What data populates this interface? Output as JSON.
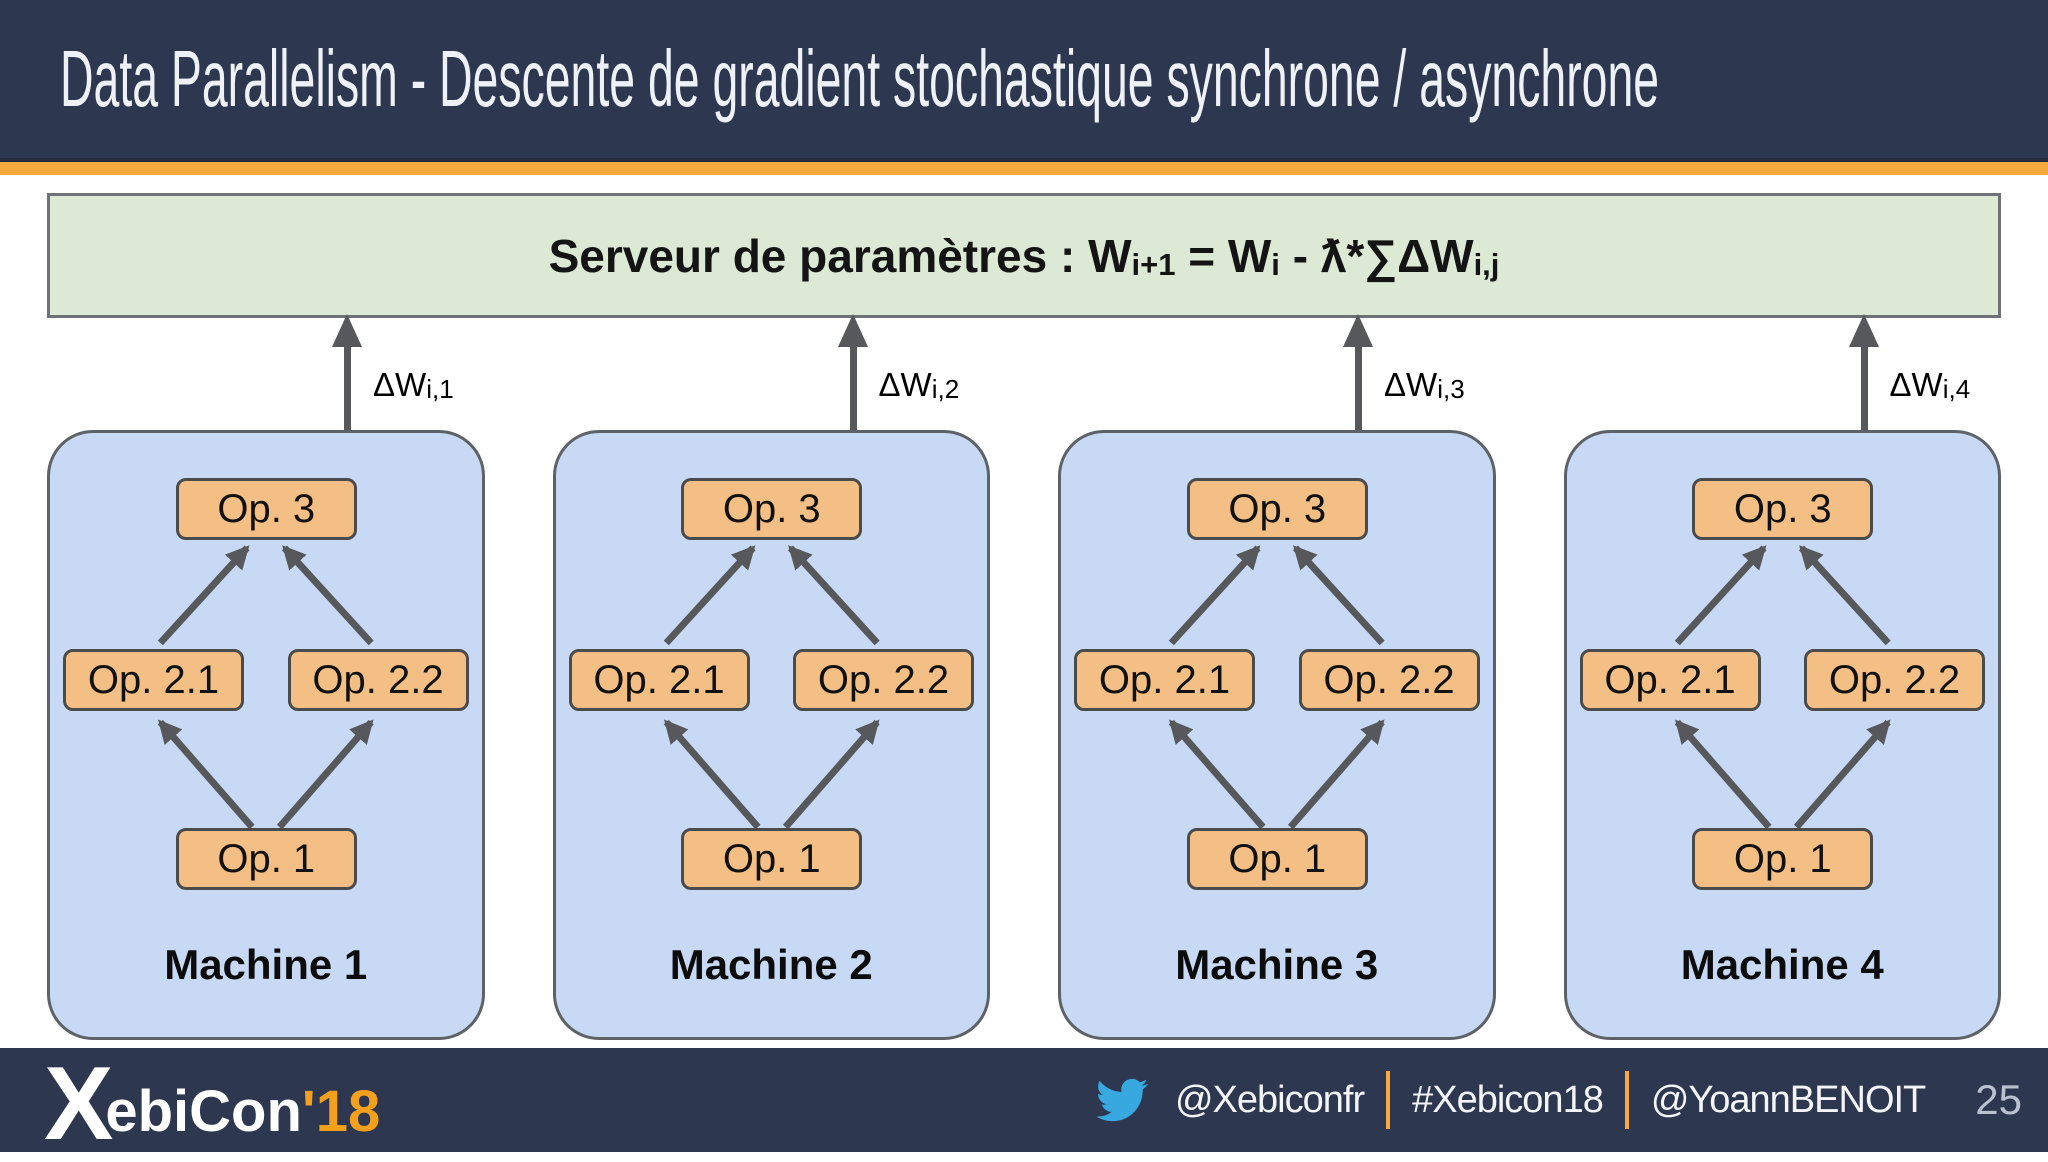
{
  "slide": {
    "title": "Data Parallelism - Descente de gradient stochastique synchrone / asynchrone",
    "page_number": "25"
  },
  "server": {
    "text_before": "Serveur de paramètres : W",
    "sub_1": "i+1",
    "text_mid_1": " = W",
    "sub_2": "i",
    "text_mid_2": " - ƛ*∑ΔW",
    "sub_3": "i,j"
  },
  "machines": [
    {
      "name": "Machine 1",
      "op3": "Op. 3",
      "op21": "Op. 2.1",
      "op22": "Op. 2.2",
      "op1": "Op. 1",
      "delta_main": "ΔW",
      "delta_sub": "i,1"
    },
    {
      "name": "Machine 2",
      "op3": "Op. 3",
      "op21": "Op. 2.1",
      "op22": "Op. 2.2",
      "op1": "Op. 1",
      "delta_main": "ΔW",
      "delta_sub": "i,2"
    },
    {
      "name": "Machine 3",
      "op3": "Op. 3",
      "op21": "Op. 2.1",
      "op22": "Op. 2.2",
      "op1": "Op. 1",
      "delta_main": "ΔW",
      "delta_sub": "i,3"
    },
    {
      "name": "Machine 4",
      "op3": "Op. 3",
      "op21": "Op. 2.1",
      "op22": "Op. 2.2",
      "op1": "Op. 1",
      "delta_main": "ΔW",
      "delta_sub": "i,4"
    }
  ],
  "footer": {
    "logo_x": "X",
    "logo_text": "ebiCon",
    "logo_year": "'18",
    "handle_1": "@Xebiconfr",
    "hashtag": "#Xebicon18",
    "handle_2": "@YoannBENOIT"
  },
  "colors": {
    "header_bg": "#2d3850",
    "accent_orange": "#f7a93e",
    "server_fill": "#dbe9d5",
    "machine_fill": "#c8d9f5",
    "op_fill": "#f4bf85",
    "arrow_gray": "#56585b",
    "twitter_blue": "#38a8e0",
    "logo_year_orange": "#f5a01d"
  }
}
